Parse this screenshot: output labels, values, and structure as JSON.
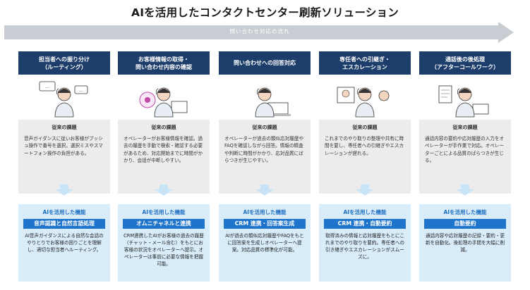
{
  "title": "AIを活用したコンタクトセンター刷新ソリューション",
  "flow_label": "問い合わせ対応の流れ",
  "colors": {
    "header": "#1d3e6a",
    "accent": "#1f74cc",
    "ai_bg": "#d8ecfa",
    "problem_bg": "#ececec",
    "flow": "#c8cdd3"
  },
  "problem_title": "従来の課題",
  "ai_title": "AIを活用した機能",
  "columns": [
    {
      "header_line1": "担当者への振り分け",
      "header_line2": "（ルーティング）",
      "illustration": "operator-chat-icon",
      "problem": "音声ガイダンスに従いお客様がプッシュ操作で番号を選択。選択ミスやスマートフォン操作の負担がある。",
      "feature": "音声認識と自然言語処理",
      "ai_desc": "AI音声ガイダンスによる自然な会話のやりとりでお客様の困りごとを理解し、適切な担当者へルーティング。"
    },
    {
      "header_line1": "お客様情報の取得・",
      "header_line2": "問い合わせ内容の確認",
      "illustration": "operator-search-icon",
      "problem": "オペレーターがお客様情報を確認。過去の履歴を手動で検索・確認する必要があるため、対応開始までに時間がかかり、会話が中断しやすい。",
      "feature": "オムニチャネルと連携",
      "ai_desc": "CRM連携したAIがお客様の過去の履歴（チャット・メール含む）をもとにお客様の状況をオペレーターへ提示。オペレーターは事前に必要な情報を把握可能。"
    },
    {
      "header_line1": "問い合わせへの回答対応",
      "header_line2": "",
      "illustration": "operator-laptop-icon",
      "problem": "オペレーターが過去の類似応対履歴やFAQを確認しながら回答。情報の精査や判断に時間がかかり、応対品質にばらつきが生じやすい。",
      "feature": "CRM 連携・回答案生成",
      "ai_desc": "AIが過去の類似応対履歴やFAQをもとに回答案を生成しオペレーターへ提案。対応品質の標準化が可能。"
    },
    {
      "header_line1": "専任者への引継ぎ・",
      "header_line2": "エスカレーション",
      "illustration": "operator-handoff-icon",
      "problem": "これまでのやり取りの整理や共有に時間を要し、専任者への引継ぎやエスカレーションが遅れる。",
      "feature": "CRM 連携・自動要約",
      "ai_desc": "取得済みの情報と応対履歴をもとにこれまでのやり取りを要約。専任者への引き継ぎやエスカレーションがスムーズに。"
    },
    {
      "header_line1": "通話後の後処理",
      "header_line2": "（アフターコールワーク）",
      "illustration": "operator-document-icon",
      "problem": "通話内容の要約や応対履歴の入力をオペレーターが手作業で対応。オペレーターごとによる品質のばらつきが生じる。",
      "feature": "自動要約",
      "ai_desc": "通話内容や応対履歴の記録・要約・更新を自動化。後処理の手間を大幅に削減。"
    }
  ]
}
